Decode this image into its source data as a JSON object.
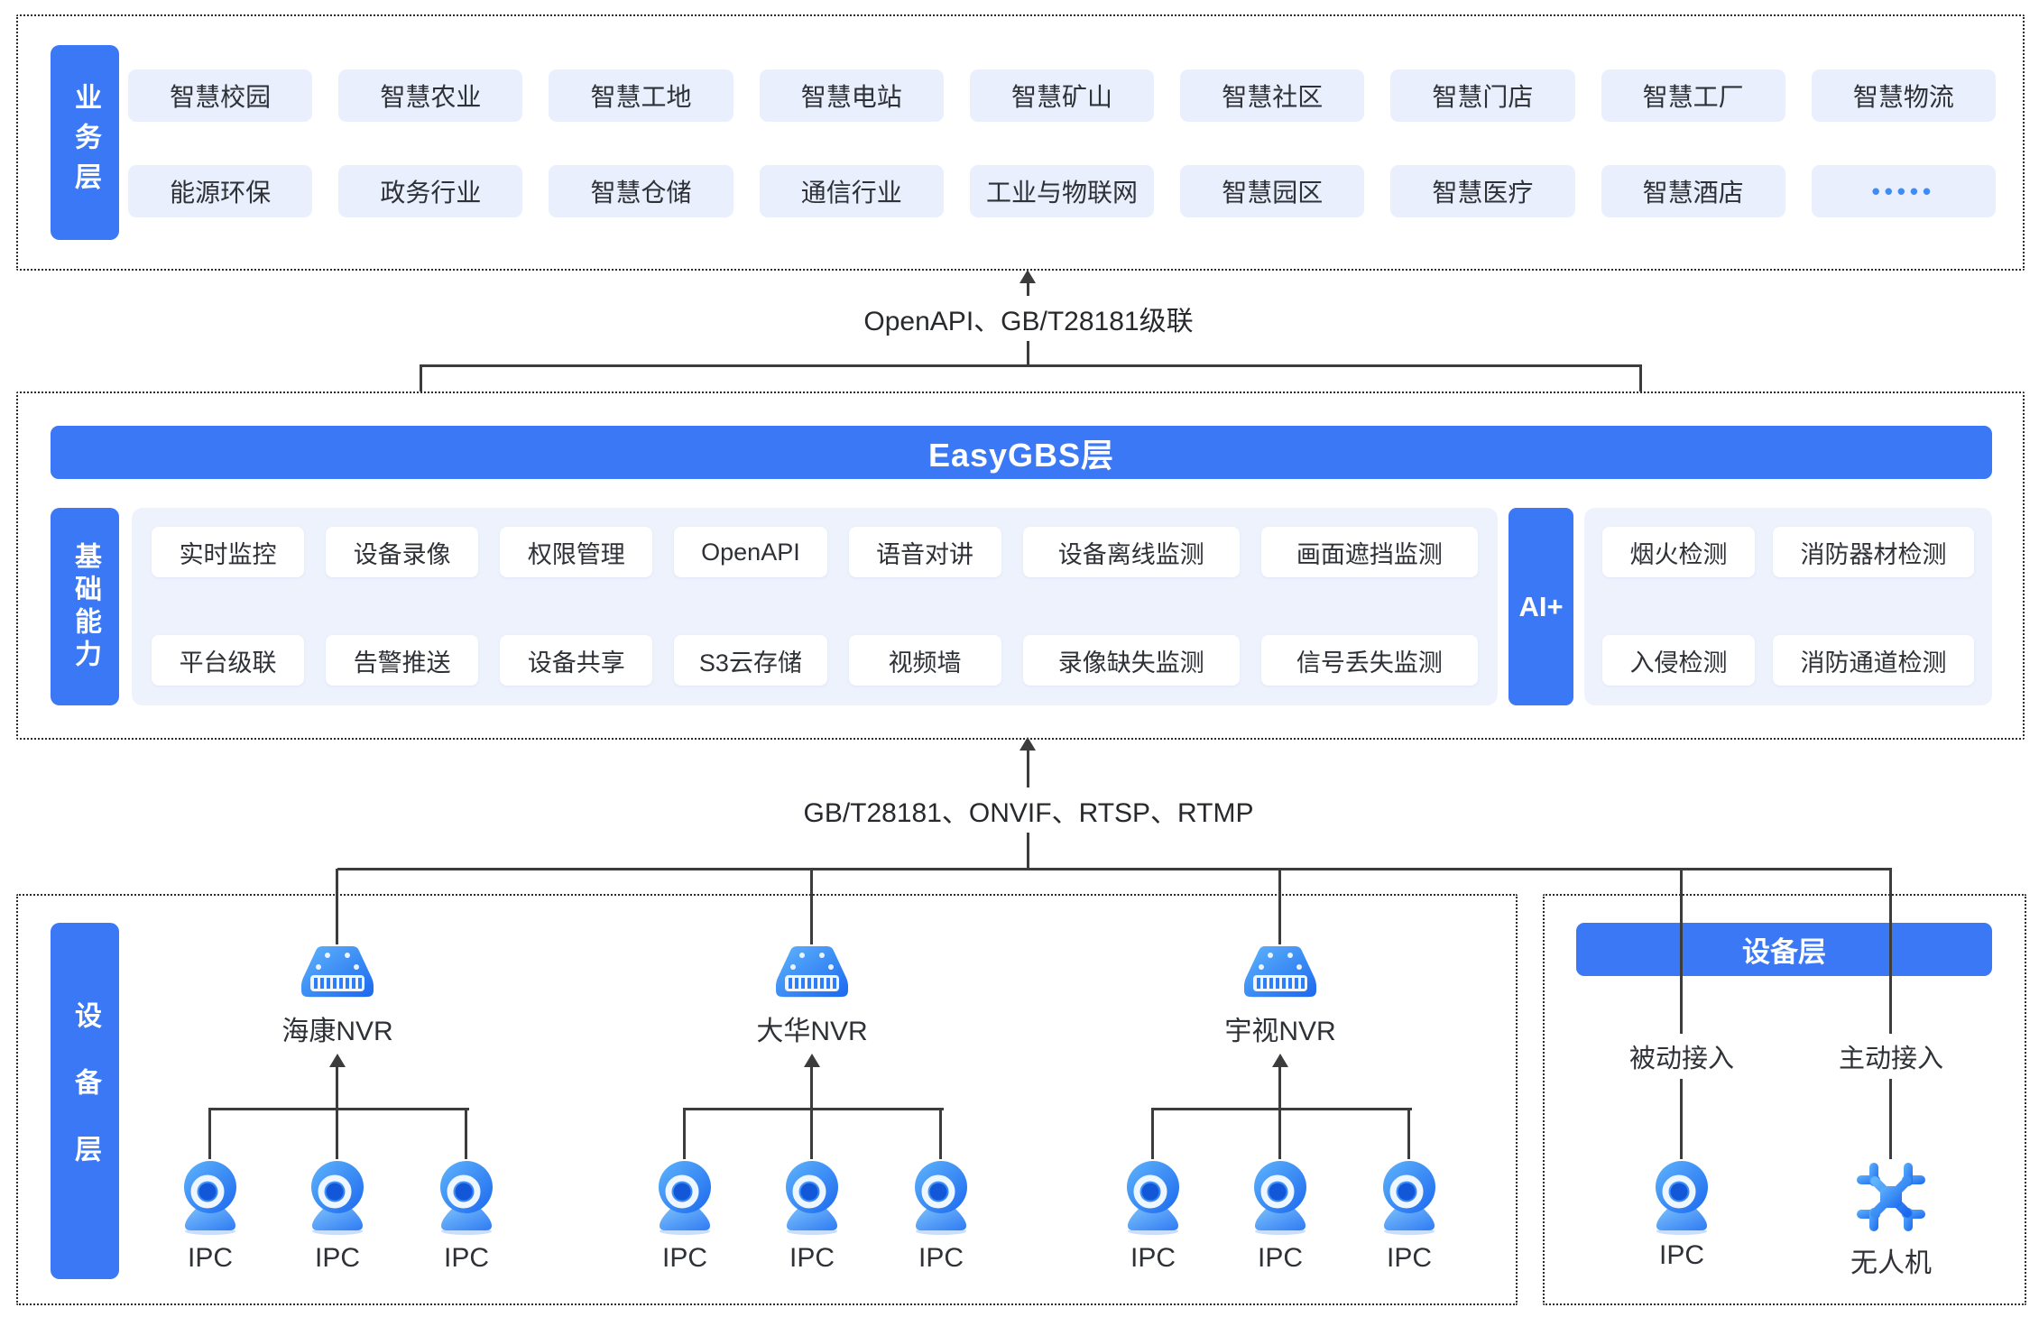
{
  "business_layer": {
    "label": "业务层",
    "row1": [
      "智慧校园",
      "智慧农业",
      "智慧工地",
      "智慧电站",
      "智慧矿山",
      "智慧社区",
      "智慧门店",
      "智慧工厂",
      "智慧物流"
    ],
    "row2": [
      "能源环保",
      "政务行业",
      "智慧仓储",
      "通信行业",
      "工业与物联网",
      "智慧园区",
      "智慧医疗",
      "智慧酒店",
      "•••••"
    ]
  },
  "connectors": {
    "top_label": "OpenAPI、GB/T28181级联",
    "bottom_label": "GB/T28181、ONVIF、RTSP、RTMP"
  },
  "easygbs_layer": {
    "title": "EasyGBS层",
    "base_label": "基础能力",
    "row1": [
      "实时监控",
      "设备录像",
      "权限管理",
      "OpenAPI",
      "语音对讲",
      "设备离线监测",
      "画面遮挡监测"
    ],
    "row2": [
      "平台级联",
      "告警推送",
      "设备共享",
      "S3云存储",
      "视频墙",
      "录像缺失监测",
      "信号丢失监测"
    ],
    "ai_label": "AI+",
    "ai_row1": [
      "烟火检测",
      "消防器材检测"
    ],
    "ai_row2": [
      "入侵检测",
      "消防通道检测"
    ]
  },
  "device_layer": {
    "label": "设备层",
    "nvr_groups": [
      {
        "name": "海康NVR",
        "cameras": [
          "IPC",
          "IPC",
          "IPC"
        ]
      },
      {
        "name": "大华NVR",
        "cameras": [
          "IPC",
          "IPC",
          "IPC"
        ]
      },
      {
        "name": "宇视NVR",
        "cameras": [
          "IPC",
          "IPC",
          "IPC"
        ]
      }
    ],
    "right_box": {
      "title": "设备层",
      "columns": [
        {
          "mode": "被动接入",
          "device": "IPC",
          "icon": "webcam-icon"
        },
        {
          "mode": "主动接入",
          "device": "无人机",
          "icon": "drone-icon"
        }
      ]
    }
  },
  "colors": {
    "accent": "#3b78f5",
    "panel": "#edf2fd",
    "chip": "#e9effd",
    "line": "#3c3c3c",
    "text_dark": "#2e3136",
    "dots_blue": "#3e8cf6"
  }
}
